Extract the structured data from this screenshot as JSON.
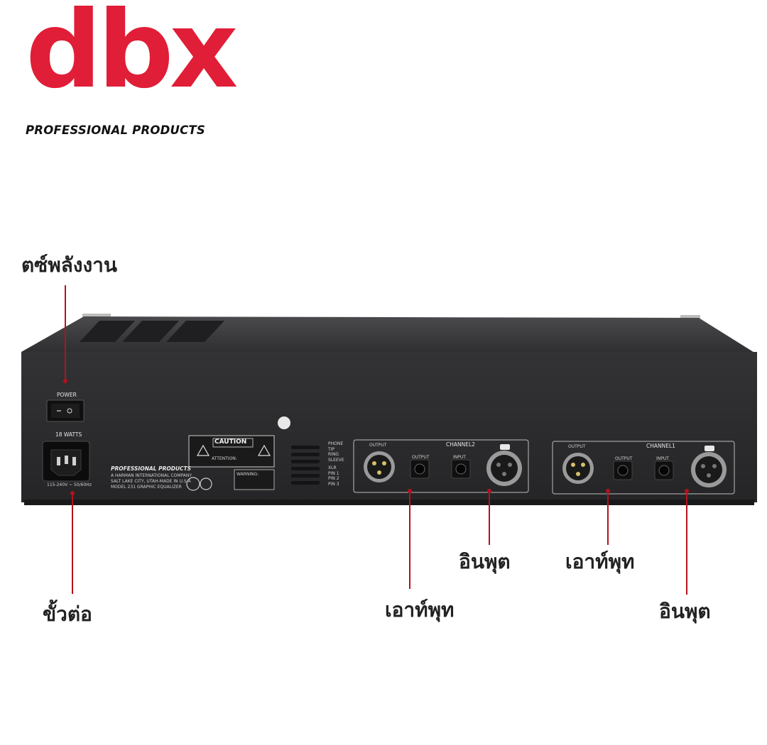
{
  "brand": {
    "logo_text": "dbx",
    "tagline": "PROFESSIONAL PRODUCTS"
  },
  "labels": {
    "power_switch": "ตซ์พลังงาน",
    "power_connector": "ขั้วต่อ",
    "ch2_output": "เอาท์พุท",
    "ch2_input": "อินพุต",
    "ch1_output": "เอาท์พุท",
    "ch1_input": "อินพุต"
  },
  "panel": {
    "power_label": "POWER",
    "watts_label": "18 WATTS",
    "voltage_label": "115-240V ~ 50/60Hz",
    "brand_text": "PROFESSIONAL PRODUCTS",
    "company_lines": [
      "A HARMAN INTERNATIONAL COMPANY",
      "SALT LAKE CITY, UTAH-MADE IN U.S.A",
      "MODEL 231 GRAPHIC EQUALIZER"
    ],
    "caution_title": "CAUTION",
    "attention_text": "ATTENTION:",
    "warning_text": "WARNING:",
    "phone_legend": [
      "PHONE",
      "TIP",
      "RING",
      "SLEEVE"
    ],
    "xlr_legend": [
      "XLR",
      "PIN 1",
      "PIN 2",
      "PIN 3"
    ],
    "ch2_label": "CHANNEL2",
    "ch1_label": "CHANNEL1",
    "output_label": "OUTPUT",
    "input_label": "INPUT"
  },
  "colors": {
    "brand_red": "#e01e37",
    "callout_red": "#b3121d",
    "panel_black": "#2b2b2d"
  }
}
